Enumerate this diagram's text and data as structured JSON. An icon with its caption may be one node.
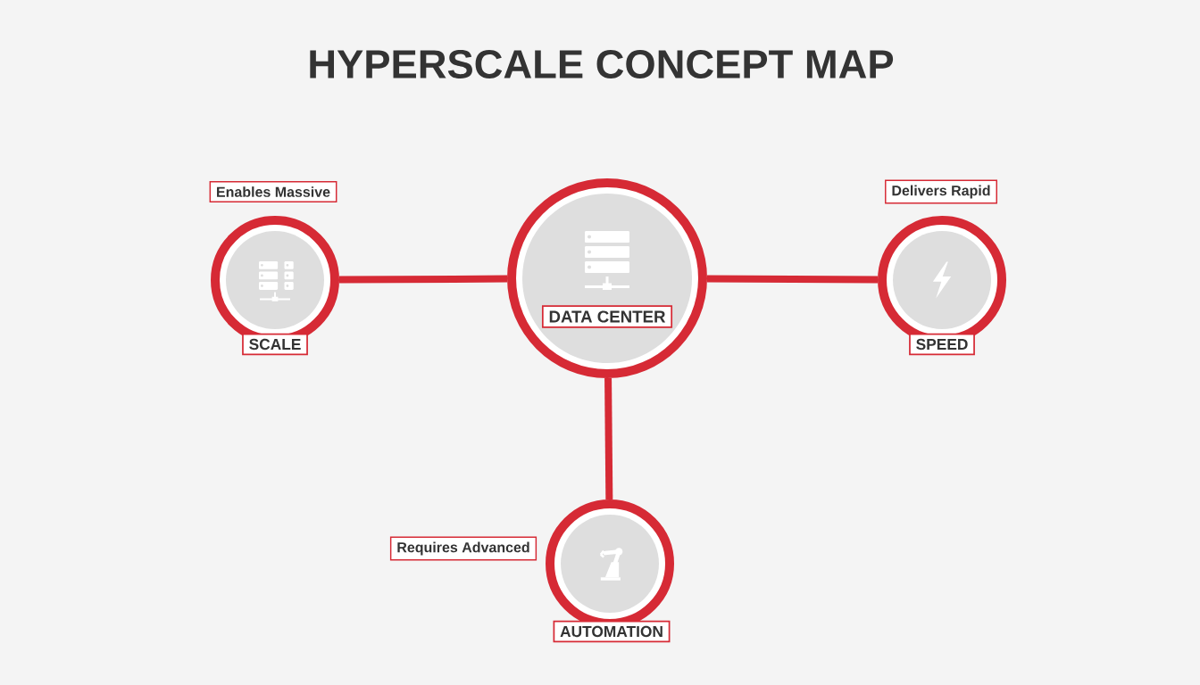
{
  "diagram": {
    "title": "HYPERSCALE CONCEPT MAP",
    "nodes": [
      {
        "text": [
          "DATA CENTER"
        ]
      },
      {
        "text": [
          "SCALE"
        ],
        "beside": [
          "Enables Massive"
        ]
      },
      {
        "text": [
          "SPEED"
        ],
        "beside": [
          "Delivers Rapid"
        ]
      },
      {
        "text": [
          "AUTOMATION"
        ],
        "beside": [
          "Requires Advanced"
        ]
      }
    ],
    "edges": [
      {
        "from": 0,
        "to": 1,
        "arrow": "none"
      },
      {
        "from": 0,
        "to": 2,
        "arrow": "none"
      },
      {
        "from": 0,
        "to": 3,
        "arrow": "none"
      }
    ]
  }
}
